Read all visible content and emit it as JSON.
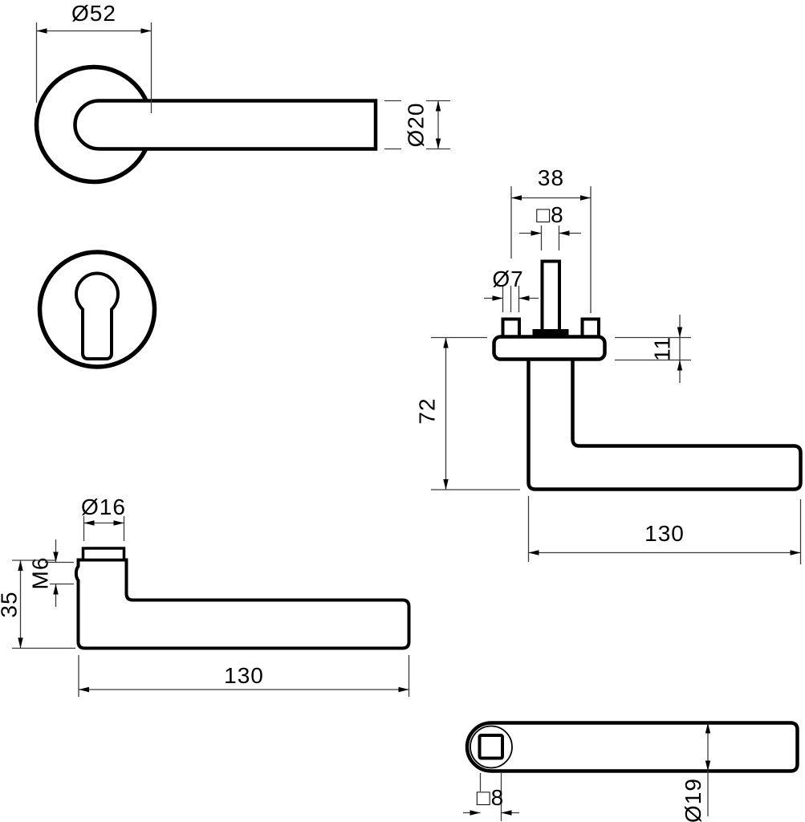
{
  "page": {
    "background_color": "#ffffff",
    "line_color": "#000000",
    "dimension_line_color": "#3a3a3a"
  },
  "views": {
    "front_view": {
      "labels": {
        "rose_diameter": "Ø52",
        "lever_diameter": "Ø20"
      }
    },
    "escutcheon_view": {
      "labels": {}
    },
    "assembled_side_view": {
      "labels": {
        "rose_width": "38",
        "spindle_size": "□8",
        "screw_post_diameter": "Ø7",
        "rose_thickness": "11",
        "overall_height": "72",
        "lever_length": "130"
      }
    },
    "lever_profile_view": {
      "labels": {
        "neck_diameter": "Ø16",
        "thread_size": "M6",
        "overall_height": "35",
        "lever_length": "130"
      }
    },
    "lever_top_view": {
      "labels": {
        "spindle_hole": "□8",
        "lever_diameter": "Ø19"
      }
    }
  }
}
